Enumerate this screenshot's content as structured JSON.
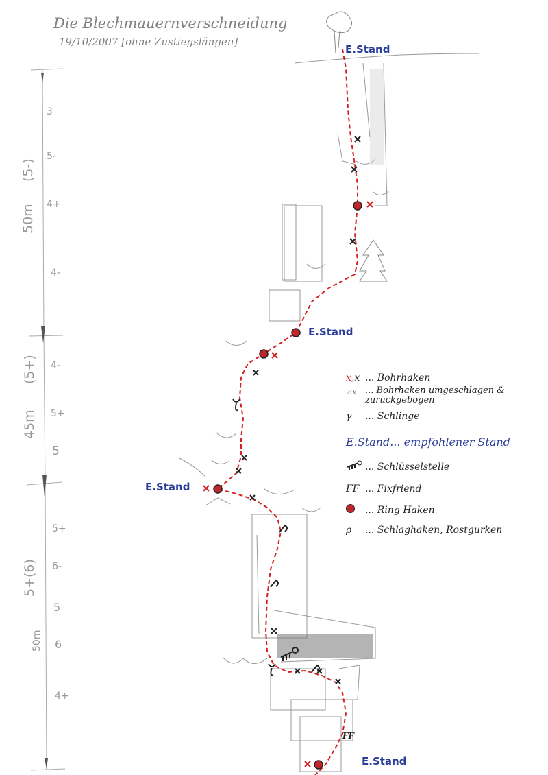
{
  "header": {
    "title": "Die Blechmauernverschneidung",
    "subtitle": "19/10/2007 [ohne Zustiegslängen]"
  },
  "pitches": [
    {
      "length": "50m",
      "overall_grade": "(5-)",
      "grades": [
        "3",
        "5-",
        "4+",
        "4-"
      ]
    },
    {
      "length": "45m",
      "overall_grade": "(5+)",
      "grades": [
        "4-",
        "5+",
        "5"
      ]
    },
    {
      "length": "50m",
      "overall_grade": "5+(6)",
      "grades": [
        "5+",
        "6-",
        "5",
        "6",
        "4+"
      ]
    }
  ],
  "route_labels": {
    "stand_top": "E.Stand",
    "stand_2": "E.Stand",
    "stand_3": "E.Stand",
    "stand_bottom": "E.Stand",
    "fixfriend": "FF"
  },
  "legend": [
    {
      "symbol": "x,x",
      "label": "... Bohrhaken"
    },
    {
      "symbol": "⁙x",
      "label": "... Bohrhaken umgeschlagen & zurückgebogen"
    },
    {
      "symbol": "γ",
      "label": "... Schlinge"
    },
    {
      "symbol": "E.Stand",
      "label": "... empfohlener Stand"
    },
    {
      "symbol": "key",
      "label": "... Schlüsselstelle"
    },
    {
      "symbol": "FF",
      "label": "... Fixfriend"
    },
    {
      "symbol": "ring",
      "label": "... Ring Haken"
    },
    {
      "symbol": "ρ",
      "label": "... Schlaghaken, Rostgurken"
    }
  ],
  "colors": {
    "route": "#d42020",
    "stand_text": "#2a3d9a",
    "pencil": "#8a8a8a",
    "ring": "#c0262a"
  }
}
